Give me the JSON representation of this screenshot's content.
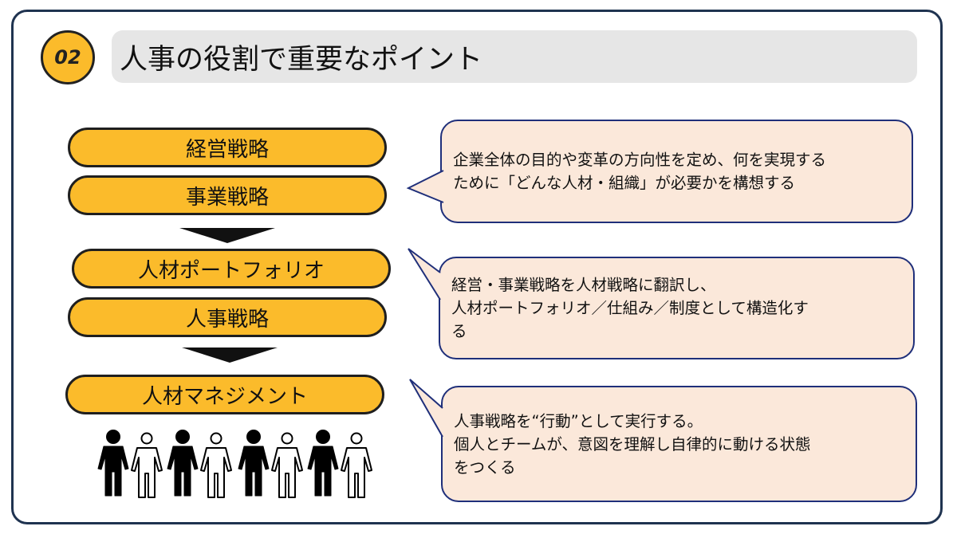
{
  "badge": "02",
  "title": "人事の役割で重要なポイント",
  "flow": [
    "経営戦略",
    "事業戦略",
    "人材ポートフォリオ",
    "人事戦略",
    "人材マネジメント"
  ],
  "bubbles": [
    "企業全体の目的や変革の方向性を定め、何を実現する\nために「どんな人材・組織」が必要かを構想する",
    "経営・事業戦略を人材戦略に翻訳し、\n人材ポートフォリオ／仕組み／制度として構造化す\nる",
    "人事戦略を“行動”として実行する。\n個人とチームが、意図を理解し自律的に動ける状態\nをつくる"
  ],
  "colors": {
    "accent": "#fbbb2b",
    "frame": "#1f3350",
    "bubble_fill": "#fbe8da",
    "bubble_border": "#1f2f7a"
  }
}
